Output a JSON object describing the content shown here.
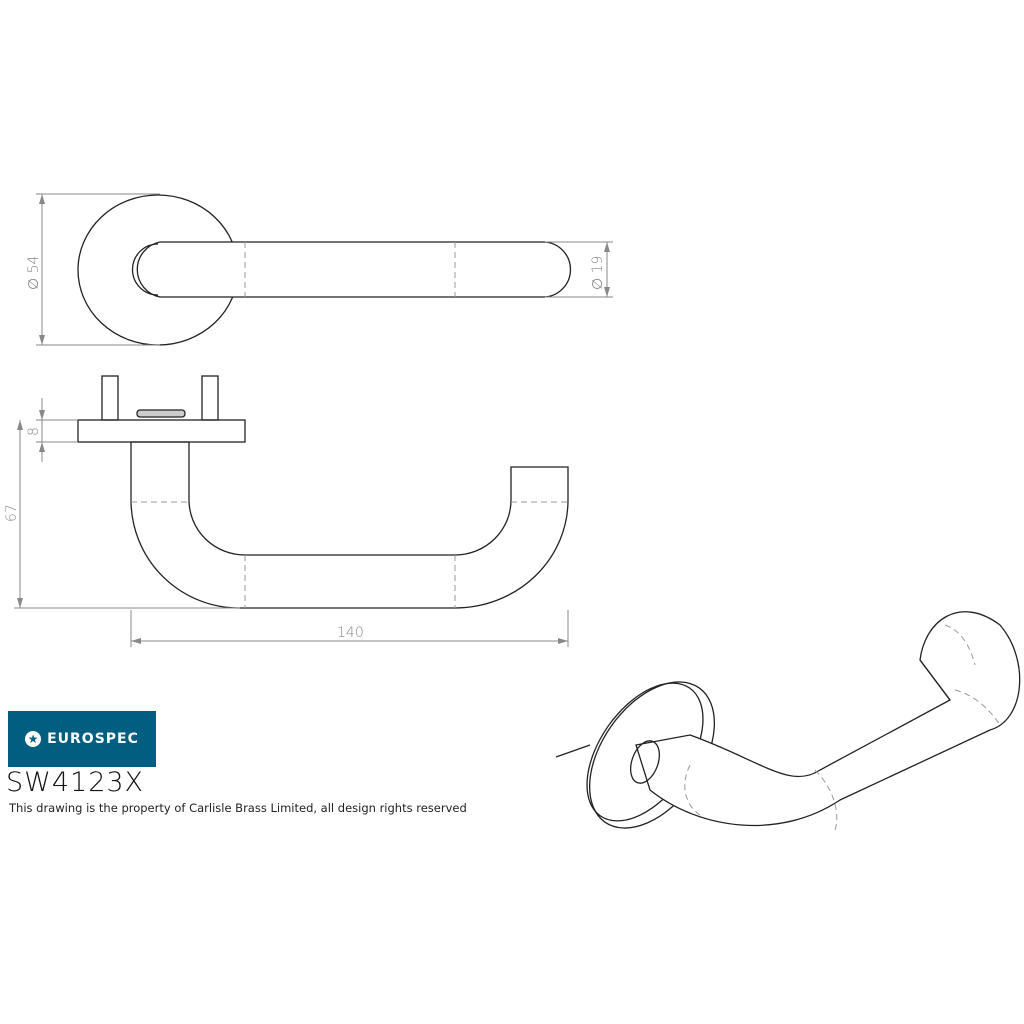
{
  "drawing": {
    "dimensions": {
      "rose_diameter": "∅ 54",
      "lever_diameter": "∅ 19",
      "rose_thickness": "8",
      "projection": "67",
      "length": "140"
    }
  },
  "brand": {
    "name": "EUROSPEC",
    "color": "#005f80"
  },
  "product_code": "SW4123X",
  "notice": "This drawing is the property of Carlisle Brass Limited, all design rights reserved"
}
